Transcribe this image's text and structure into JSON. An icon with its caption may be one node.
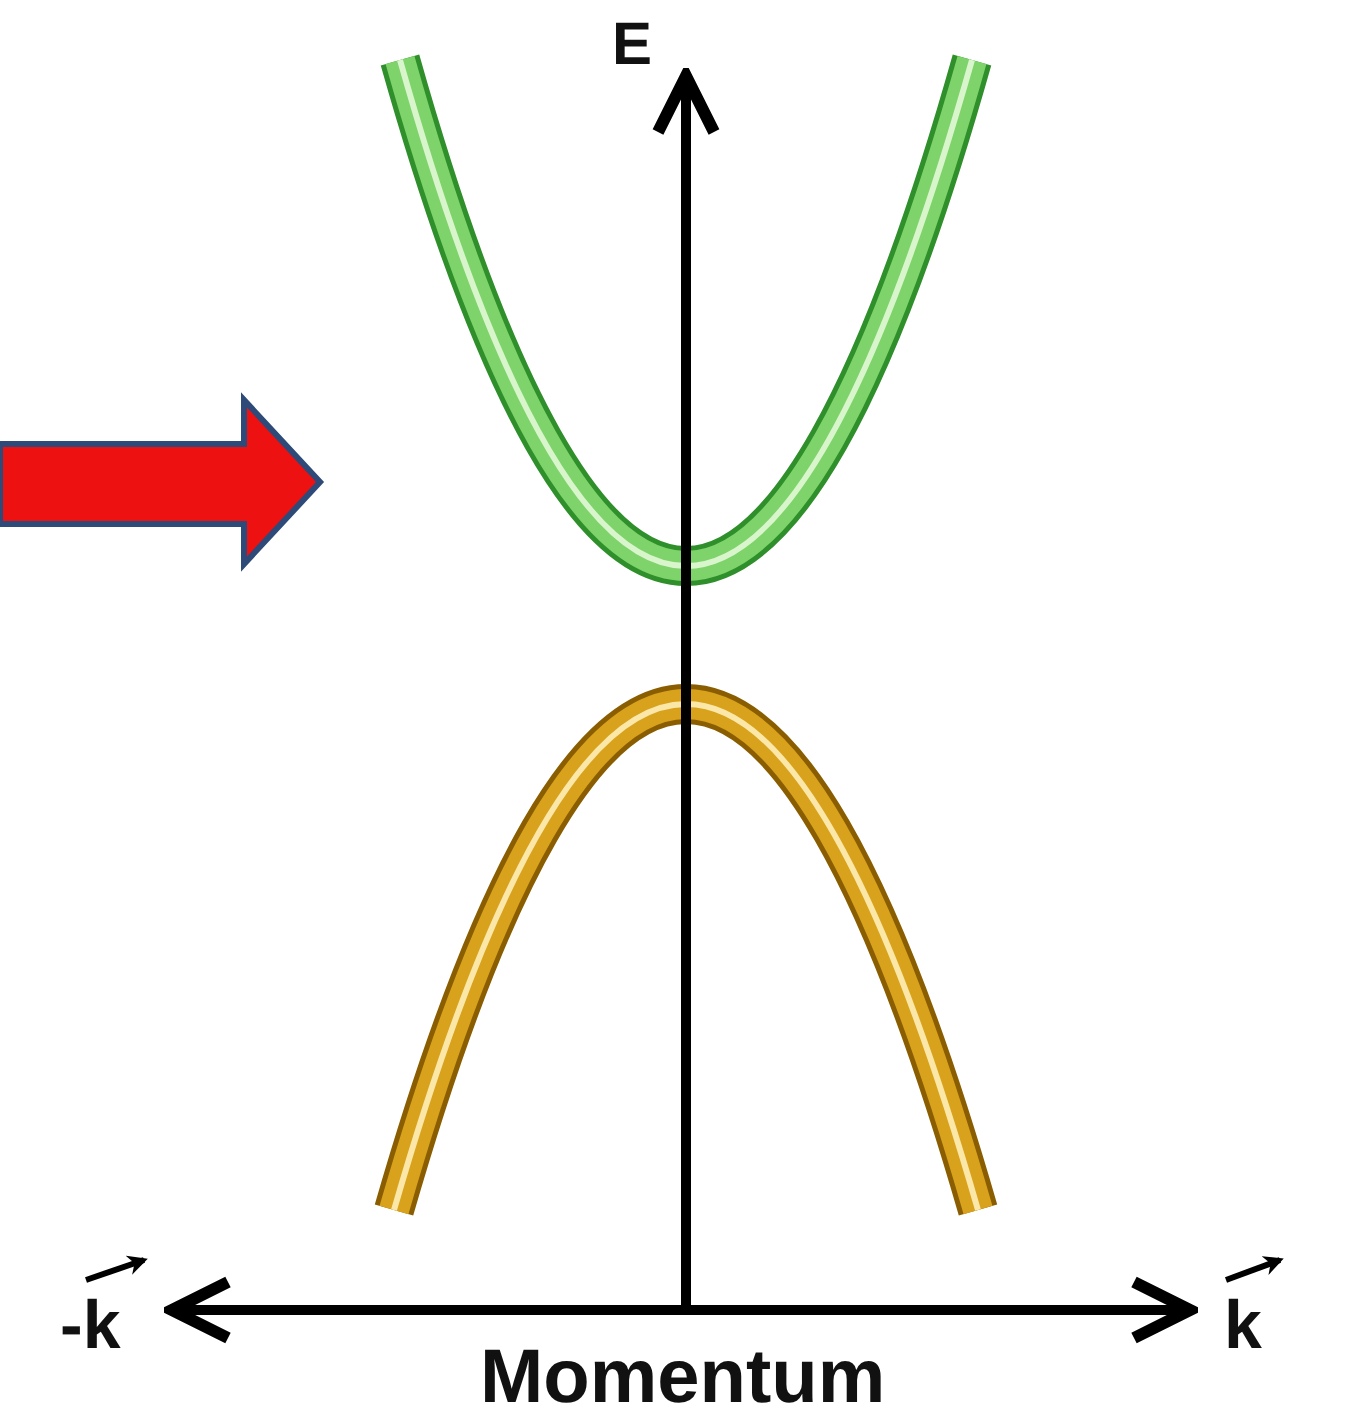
{
  "diagram": {
    "labels": [
      "E",
      "-k",
      "k",
      "Momentum"
    ]
  }
}
